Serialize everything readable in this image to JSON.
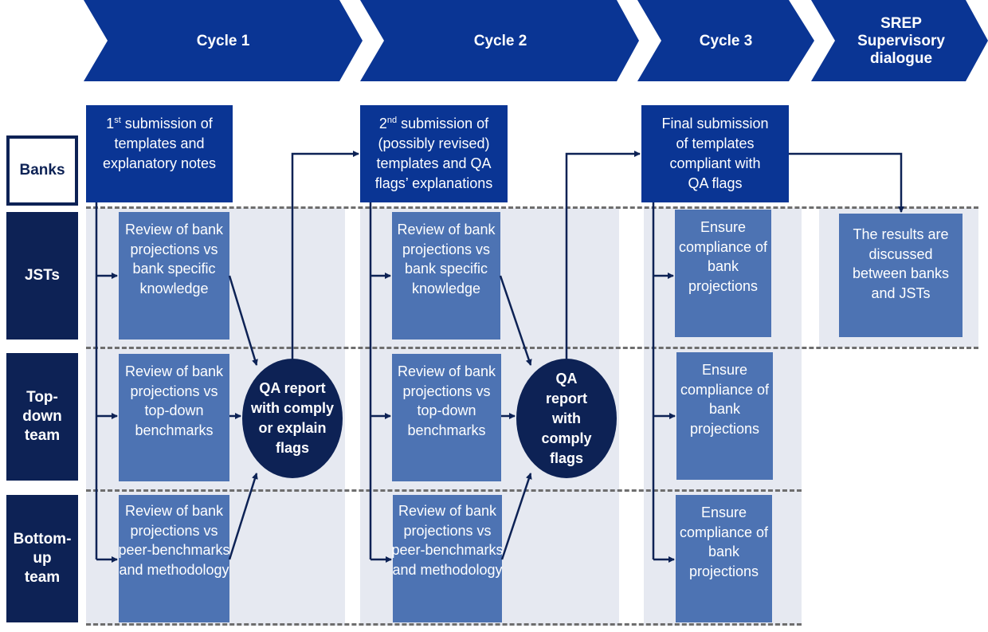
{
  "header": {
    "cycle1": "Cycle 1",
    "cycle2": "Cycle 2",
    "cycle3": "Cycle 3",
    "srep_line1": "SREP",
    "srep_line2": "Supervisory",
    "srep_line3": "dialogue"
  },
  "rows": {
    "banks": "Banks",
    "jsts": "JSTs",
    "topdown_1": "Top-",
    "topdown_2": "down",
    "topdown_3": "team",
    "bottomup_1": "Bottom-",
    "bottomup_2": "up",
    "bottomup_3": "team"
  },
  "cycle1": {
    "submission": {
      "line1_pre": "1",
      "line1_sup": "st",
      "line1_post": " submission of",
      "line2": "templates and",
      "line3": "explanatory notes"
    },
    "jst_review": "Review of bank projections  vs bank specific knowledge",
    "topdown_review": "Review of bank projections vs top-down benchmarks",
    "bottomup_review": "Review of bank projections vs peer-benchmarks and methodology",
    "qa": "QA report with comply or explain flags"
  },
  "cycle2": {
    "submission": {
      "line1_pre": "2",
      "line1_sup": "nd",
      "line1_post": " submission of",
      "line2": "(possibly revised)",
      "line3": "templates and  QA",
      "line4": "flags’ explanations"
    },
    "jst_review": "Review of bank projections  vs bank specific knowledge",
    "topdown_review": "Review of bank projections vs top-down benchmarks",
    "bottomup_review": "Review of bank projections vs peer-benchmarks and methodology",
    "qa": "QA report with comply flags"
  },
  "cycle3": {
    "submission": {
      "line1": "Final submission",
      "line2": "of templates",
      "line3": "compliant with",
      "line4": "QA flags"
    },
    "jst_ensure": "Ensure compliance of bank projections",
    "topdown_ensure": "Ensure compliance of bank projections",
    "bottomup_ensure": "Ensure compliance of bank projections"
  },
  "srep": {
    "results": "The results are discussed between banks and JSTs"
  },
  "colors": {
    "chevron": "#0a3594",
    "bank_box": "#0a3594",
    "review_box": "#4d73b3",
    "dark_navy": "#0d2255",
    "panel": "#e6e9f1"
  }
}
